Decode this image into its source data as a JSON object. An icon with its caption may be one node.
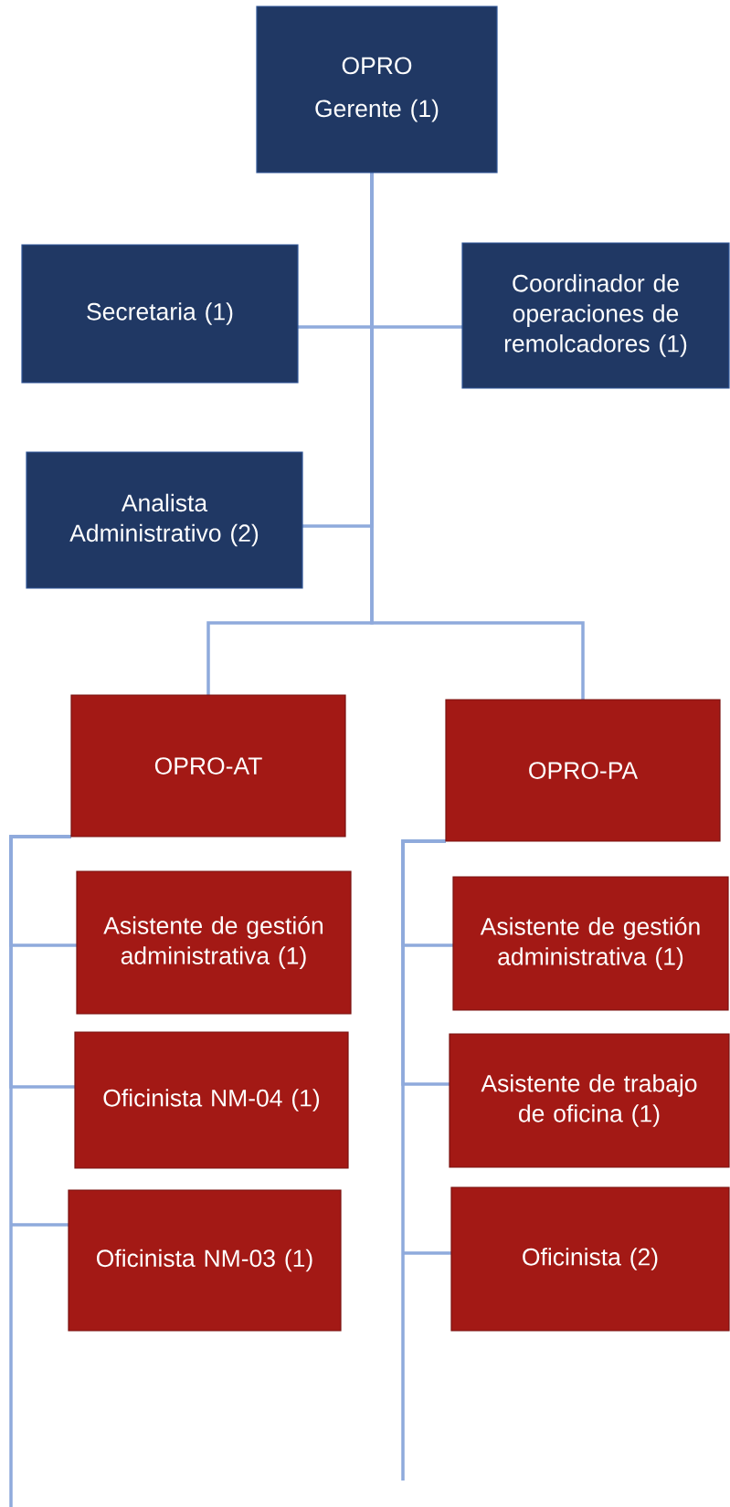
{
  "diagram": {
    "nodes": [
      {
        "text": [
          "OPRO",
          "Gerente (1)"
        ]
      },
      {
        "text": [
          "Secretaria (1)"
        ]
      },
      {
        "text": [
          "Coordinador de operaciones de remolcadores (1)"
        ]
      },
      {
        "text": [
          "Analista Administrativo (2)"
        ]
      },
      {
        "text": [
          "OPRO-AT"
        ]
      },
      {
        "text": [
          "OPRO-PA"
        ]
      },
      {
        "text": [
          "Asistente de gestión administrativa (1)"
        ]
      },
      {
        "text": [
          "Oficinista NM-04 (1)"
        ]
      },
      {
        "text": [
          "Oficinista NM-03 (1)"
        ]
      },
      {
        "text": [
          "Asistente de gestión administrativa (1)"
        ]
      },
      {
        "text": [
          "Asistente de trabajo de oficina (1)"
        ]
      },
      {
        "text": [
          "Oficinista (2)"
        ]
      }
    ],
    "edges": [
      {
        "from": 0,
        "to": 1,
        "arrow": "none"
      },
      {
        "from": 0,
        "to": 2,
        "arrow": "none"
      },
      {
        "from": 0,
        "to": 3,
        "arrow": "none"
      },
      {
        "from": 0,
        "to": 4,
        "arrow": "none"
      },
      {
        "from": 0,
        "to": 5,
        "arrow": "none"
      },
      {
        "from": 4,
        "to": 6,
        "arrow": "none"
      },
      {
        "from": 4,
        "to": 7,
        "arrow": "none"
      },
      {
        "from": 4,
        "to": 8,
        "arrow": "none"
      },
      {
        "from": 5,
        "to": 9,
        "arrow": "none"
      },
      {
        "from": 5,
        "to": 10,
        "arrow": "none"
      },
      {
        "from": 5,
        "to": 11,
        "arrow": "none"
      }
    ]
  }
}
